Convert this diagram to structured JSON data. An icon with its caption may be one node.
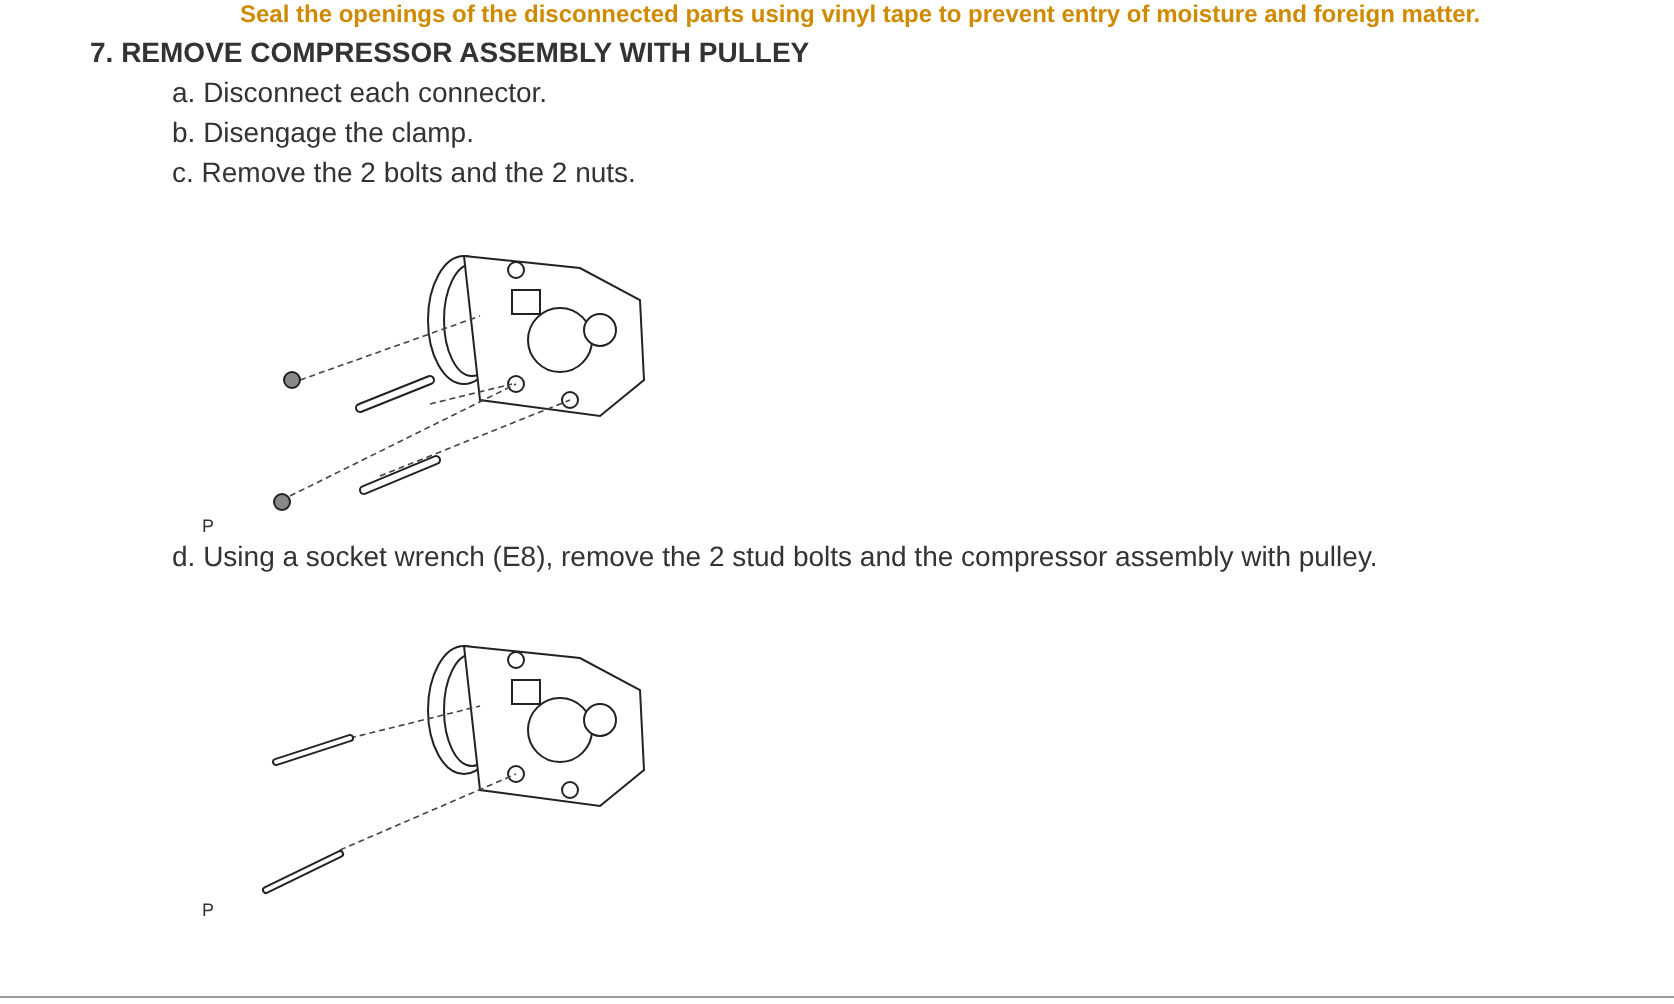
{
  "diagram": {
    "labels": [
      "Seal the openings of the disconnected parts using vinyl tape to prevent entry of moisture and foreign matter.",
      "7. REMOVE COMPRESSOR ASSEMBLY WITH PULLEY",
      "a. Disconnect each connector.",
      "b. Disengage the clamp.",
      "c. Remove the 2 bolts and the 2 nuts.",
      "P",
      "d. Using a socket wrench (E8), remove the 2 stud bolts and the compressor assembly with pulley.",
      "P"
    ]
  }
}
